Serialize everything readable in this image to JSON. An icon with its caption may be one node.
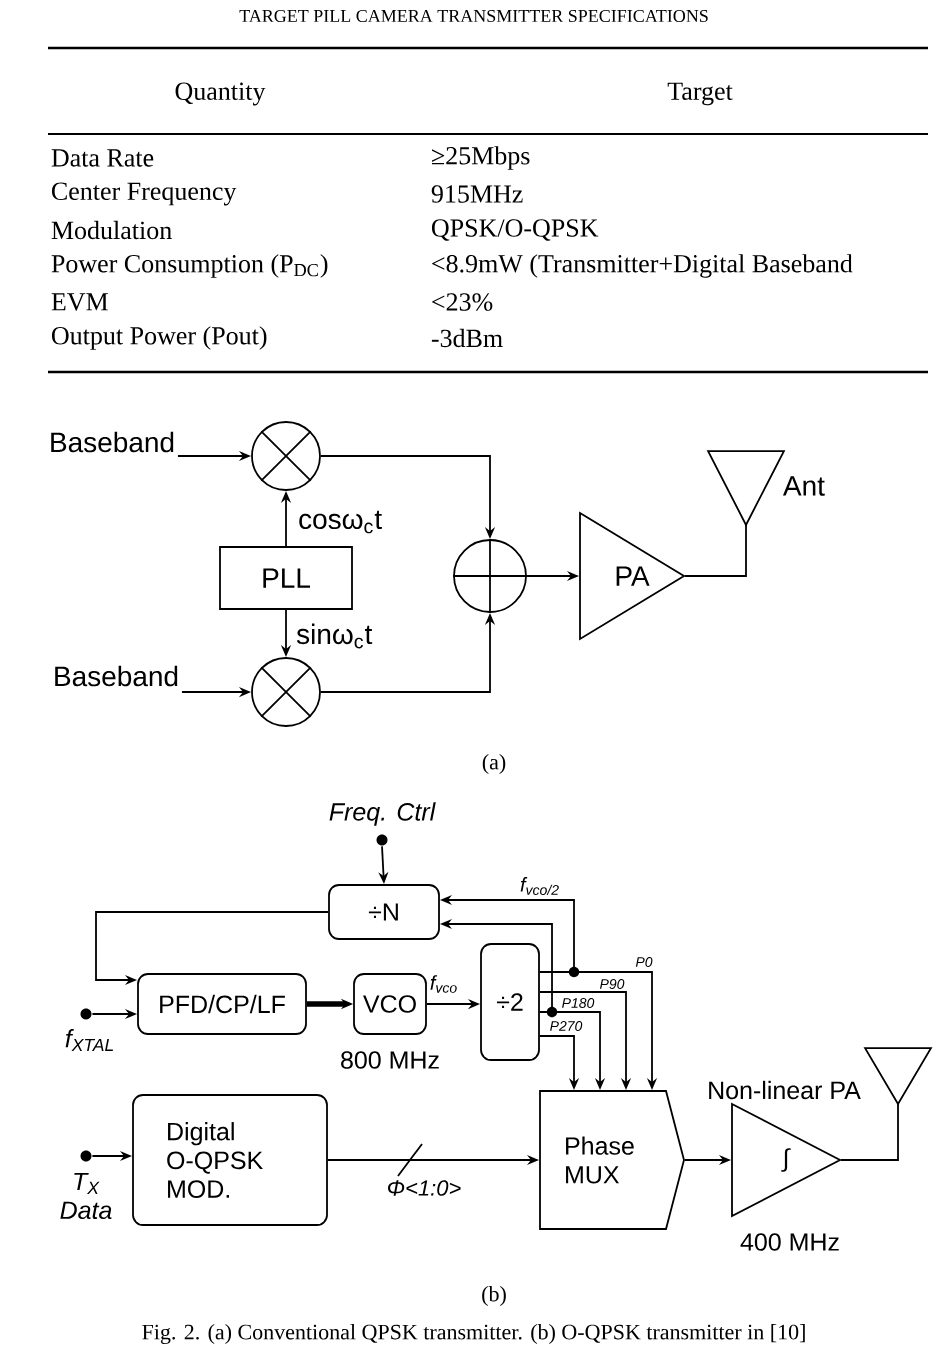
{
  "diagram": {
    "title": "TARGET PILL CAMERA TRANSMITTER SPECIFICATIONS",
    "caption": "Fig. 2. (a) Conventional QPSK transmitter. (b) O-QPSK transmitter in [10]",
    "nodes": [
      {
        "text": [
          "Baseband"
        ]
      },
      {
        "text": [],
        "shape": "circle"
      },
      {
        "text": [
          "PLL"
        ]
      },
      {
        "text": [
          "Baseband"
        ]
      },
      {
        "text": [],
        "shape": "circle"
      },
      {
        "text": [],
        "shape": "circle"
      },
      {
        "text": [
          "PA"
        ]
      },
      {
        "text": [],
        "shape": "antenna",
        "beside": [
          "Ant"
        ]
      },
      {
        "text": [],
        "shape": "circle",
        "beside": [
          "Freq. Ctrl"
        ]
      },
      {
        "text": [
          "÷N"
        ]
      },
      {
        "text": [],
        "shape": "circle",
        "beside": [
          "f$_{XTAL}$"
        ]
      },
      {
        "text": [
          "PFD/CP/LF"
        ]
      },
      {
        "text": [
          "VCO"
        ],
        "beside": [
          "800 MHz"
        ]
      },
      {
        "text": [
          "÷2"
        ]
      },
      {
        "text": [],
        "shape": "circle",
        "beside": [
          "T$_{X}$ Data"
        ]
      },
      {
        "text": [
          "Digital O-QPSK MOD."
        ]
      },
      {
        "text": [
          "Phase MUX"
        ]
      },
      {
        "text": [
          "∫"
        ],
        "beside": [
          "Non-linear PA",
          "400 MHz"
        ]
      },
      {
        "text": [],
        "shape": "antenna"
      }
    ],
    "edges": [
      {
        "from": 0,
        "to": 1,
        "arrow": "to"
      },
      {
        "from": 2,
        "to": 1,
        "arrow": "to",
        "label": "cosω$_{c}$t"
      },
      {
        "from": 2,
        "to": 4,
        "arrow": "to",
        "label": "sinω$_{c}$t"
      },
      {
        "from": 3,
        "to": 4,
        "arrow": "to"
      },
      {
        "from": 1,
        "to": 5,
        "arrow": "to"
      },
      {
        "from": 4,
        "to": 5,
        "arrow": "to"
      },
      {
        "from": 5,
        "to": 6,
        "arrow": "to"
      },
      {
        "from": 6,
        "to": 7,
        "arrow": "none"
      },
      {
        "from": 8,
        "to": 9,
        "arrow": "to"
      },
      {
        "from": 9,
        "to": 11,
        "arrow": "to"
      },
      {
        "from": 10,
        "to": 11,
        "arrow": "to"
      },
      {
        "from": 11,
        "to": 12,
        "arrow": "to",
        "style": "thick"
      },
      {
        "from": 12,
        "to": 13,
        "arrow": "to",
        "label": "f$_{vco}$"
      },
      {
        "from": 13,
        "to": 9,
        "arrow": "to",
        "label": "f$_{vco/2}$"
      },
      {
        "from": 13,
        "to": 9,
        "arrow": "to"
      },
      {
        "from": 13,
        "to": 16,
        "arrow": "to",
        "label": "P0"
      },
      {
        "from": 13,
        "to": 16,
        "arrow": "to",
        "label": "P90"
      },
      {
        "from": 13,
        "to": 16,
        "arrow": "to",
        "label": "P180"
      },
      {
        "from": 13,
        "to": 16,
        "arrow": "to",
        "label": "P270"
      },
      {
        "from": 14,
        "to": 15,
        "arrow": "to"
      },
      {
        "from": 15,
        "to": 16,
        "arrow": "to",
        "label": "Φ<1:0>"
      },
      {
        "from": 16,
        "to": 17,
        "arrow": "to"
      },
      {
        "from": 17,
        "to": 18,
        "arrow": "none"
      }
    ],
    "labels": [
      "Quantity",
      "Target",
      "Data Rate",
      "≥25Mbps",
      "Center Frequency",
      "915MHz",
      "Modulation",
      "QPSK/O-QPSK",
      "Power Consumption (P$_{DC}$)",
      "<8.9mW (Transmitter+Digital Baseband",
      "EVM",
      "<23%",
      "Output Power (Pout)",
      "-3dBm",
      "(a)",
      "(b)"
    ]
  }
}
